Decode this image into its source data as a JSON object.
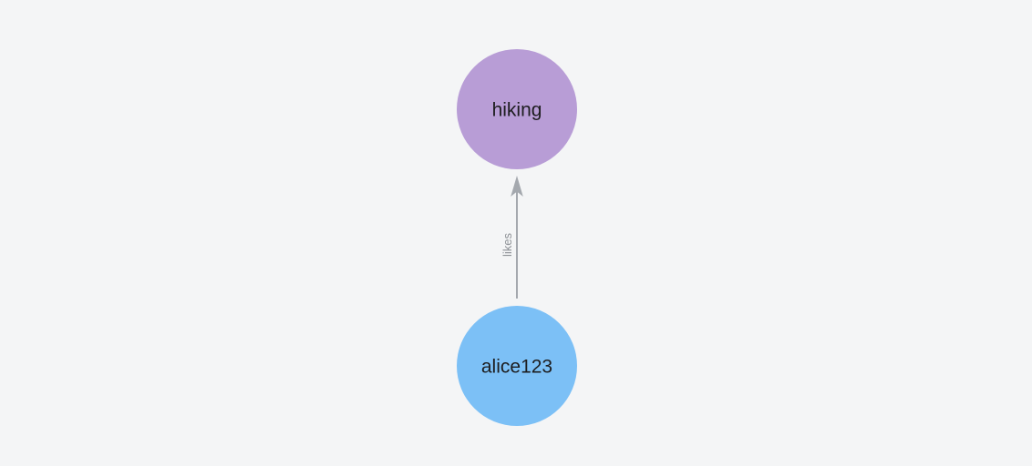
{
  "graph": {
    "background_color": "#f4f5f6",
    "nodes": [
      {
        "label": "hiking",
        "color": "#b89dd6"
      },
      {
        "label": "alice123",
        "color": "#7cc0f6"
      }
    ],
    "edge": {
      "label": "likes",
      "from": "alice123",
      "to": "hiking",
      "color": "#a4a8ae",
      "label_color": "#8d9196",
      "direction": "up"
    }
  }
}
